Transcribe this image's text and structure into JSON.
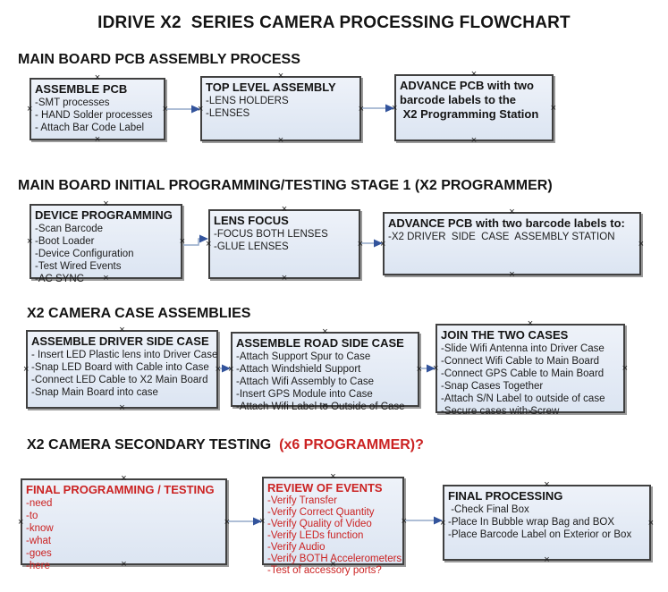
{
  "title": "IDRIVE X2  SERIES CAMERA PROCESSING FLOWCHART",
  "colors": {
    "box_fill_top": "#eef2f9",
    "box_fill_bottom": "#dce5f2",
    "box_border": "#404040",
    "box_shadow": "#9b9b9b",
    "arrow_line": "#93a9c8",
    "arrow_head": "#33549c",
    "text_black": "#141414",
    "text_red": "#cb2323"
  },
  "sections": [
    {
      "heading": "MAIN BOARD PCB ASSEMBLY PROCESS",
      "boxes": [
        {
          "title_lines": [
            "ASSEMBLE PCB"
          ],
          "items": [
            "-SMT processes",
            "- HAND Solder processes",
            "- Attach Bar Code Label"
          ]
        },
        {
          "title_lines": [
            "TOP LEVEL ASSEMBLY"
          ],
          "items": [
            "-LENS HOLDERS",
            "-LENSES"
          ]
        },
        {
          "title_lines": [
            "ADVANCE PCB with two",
            "barcode labels to the",
            " X2 Programming Station"
          ],
          "items": []
        }
      ]
    },
    {
      "heading": "MAIN BOARD INITIAL PROGRAMMING/TESTING STAGE 1 (X2 PROGRAMMER)",
      "boxes": [
        {
          "title_lines": [
            "DEVICE PROGRAMMING"
          ],
          "items": [
            "-Scan Barcode",
            "-Boot Loader",
            "-Device Configuration",
            "-Test Wired Events",
            "-AC SYNC"
          ]
        },
        {
          "title_lines": [
            "LENS FOCUS"
          ],
          "items": [
            "-FOCUS BOTH LENSES",
            "-GLUE LENSES"
          ]
        },
        {
          "title_lines": [
            "ADVANCE PCB with two barcode labels to:"
          ],
          "items": [
            "-X2 DRIVER  SIDE  CASE  ASSEMBLY STATION"
          ]
        }
      ]
    },
    {
      "heading": "X2 CAMERA CASE ASSEMBLIES",
      "boxes": [
        {
          "title_lines": [
            "ASSEMBLE DRIVER SIDE CASE"
          ],
          "items": [
            "- Insert LED Plastic lens into Driver Case",
            "-Snap LED Board with Cable into Case",
            "-Connect LED Cable to X2 Main Board",
            "-Snap Main Board into case"
          ]
        },
        {
          "title_lines": [
            "ASSEMBLE ROAD SIDE CASE"
          ],
          "items": [
            "-Attach Support Spur to Case",
            "-Attach Windshield Support",
            "-Attach Wifi Assembly to Case",
            "-Insert GPS Module into Case",
            "-Attach Wifi Label to Outside of Case"
          ]
        },
        {
          "title_lines": [
            "JOIN THE TWO CASES"
          ],
          "items": [
            "-Slide Wifi Antenna into Driver Case",
            "-Connect Wifi Cable to Main Board",
            "-Connect GPS Cable to Main Board",
            "-Snap Cases Together",
            "-Attach S/N Label to outside of case",
            "-Secure cases with Screw"
          ]
        }
      ]
    },
    {
      "heading": "X2 CAMERA SECONDARY TESTING  ",
      "heading_red": "(x6 PROGRAMMER)?",
      "boxes": [
        {
          "title_lines": [
            "FINAL PROGRAMMING / TESTING"
          ],
          "items": [
            "-need",
            "-to",
            "-know",
            "-what",
            "-goes",
            "-here"
          ]
        },
        {
          "title_lines": [
            "REVIEW OF EVENTS"
          ],
          "items": [
            "-Verify Transfer",
            "-Verify Correct Quantity",
            "-Verify Quality of Video",
            "-Verify LEDs function",
            "-Verify Audio",
            "-Verify BOTH Accelerometers",
            "-Test of accessory ports?"
          ]
        },
        {
          "title_lines": [
            "FINAL PROCESSING"
          ],
          "items": [
            " -Check Final Box",
            "-Place In Bubble wrap Bag and BOX",
            "-Place Barcode Label on Exterior or Box"
          ]
        }
      ]
    }
  ],
  "arrows": [
    {
      "from": "ASSEMBLE PCB",
      "to": "TOP LEVEL ASSEMBLY"
    },
    {
      "from": "TOP LEVEL ASSEMBLY",
      "to": "ADVANCE PCB (X2 Programming Station)"
    },
    {
      "from": "DEVICE PROGRAMMING",
      "to": "LENS FOCUS"
    },
    {
      "from": "LENS FOCUS",
      "to": "ADVANCE PCB (X2 DRIVER SIDE CASE ASSEMBLY STATION)"
    },
    {
      "from": "ASSEMBLE DRIVER SIDE CASE",
      "to": "ASSEMBLE ROAD SIDE CASE"
    },
    {
      "from": "ASSEMBLE ROAD SIDE CASE",
      "to": "JOIN THE TWO CASES"
    },
    {
      "from": "FINAL PROGRAMMING / TESTING",
      "to": "REVIEW OF EVENTS"
    },
    {
      "from": "REVIEW OF EVENTS",
      "to": "FINAL PROCESSING"
    }
  ]
}
